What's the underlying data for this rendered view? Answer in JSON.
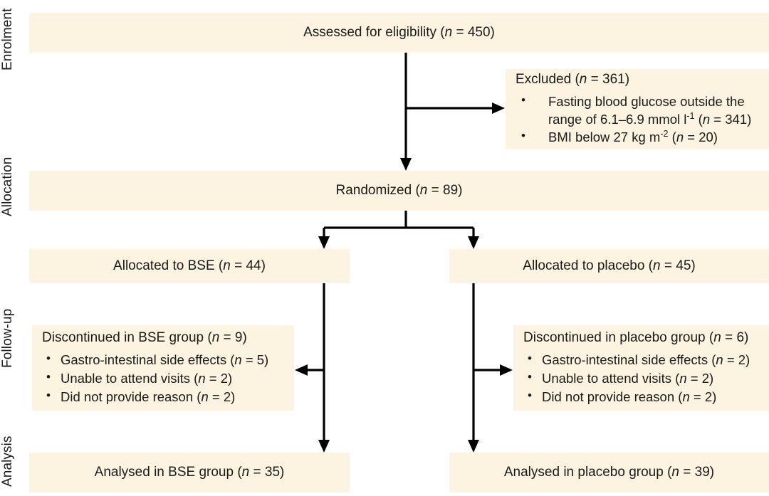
{
  "stages": [
    {
      "id": "enrolment",
      "label": "Enrolment"
    },
    {
      "id": "allocation",
      "label": "Allocation"
    },
    {
      "id": "followup",
      "label": "Follow-up"
    },
    {
      "id": "analysis",
      "label": "Analysis"
    }
  ],
  "nodes": {
    "assessed": {
      "title": "Assessed for eligibility (n = 450)",
      "n": 450
    },
    "excluded": {
      "title": "Excluded (n = 361)",
      "n": 361,
      "reasons": [
        {
          "text": "Fasting blood glucose outside the range of 6.1–6.9 mmol l⁻¹ (n = 341)",
          "n": 341
        },
        {
          "text": "BMI below 27 kg m⁻² (n = 20)",
          "n": 20
        }
      ]
    },
    "randomized": {
      "title": "Randomized (n = 89)",
      "n": 89
    },
    "allocated_bse": {
      "title": "Allocated to BSE (n = 44)",
      "n": 44
    },
    "allocated_placebo": {
      "title": "Allocated to placebo (n = 45)",
      "n": 45
    },
    "discontinued_bse": {
      "title": "Discontinued in BSE group (n = 9)",
      "n": 9,
      "reasons": [
        {
          "text": "Gastro-intestinal side effects (n = 5)",
          "n": 5
        },
        {
          "text": "Unable to attend visits (n = 2)",
          "n": 2
        },
        {
          "text": "Did not provide reason (n = 2)",
          "n": 2
        }
      ]
    },
    "discontinued_placebo": {
      "title": "Discontinued in placebo group (n = 6)",
      "n": 6,
      "reasons": [
        {
          "text": "Gastro-intestinal side effects (n = 2)",
          "n": 2
        },
        {
          "text": "Unable to attend visits (n = 2)",
          "n": 2
        },
        {
          "text": "Did not provide reason (n = 2)",
          "n": 2
        }
      ]
    },
    "analysed_bse": {
      "title": "Analysed in BSE group (n = 35)",
      "n": 35
    },
    "analysed_placebo": {
      "title": "Analysed in placebo group (n = 39)",
      "n": 39
    }
  },
  "colors": {
    "box_fill": "#fcf3e0",
    "text": "#1a1a1a",
    "connector": "#000000",
    "background": "#ffffff"
  }
}
